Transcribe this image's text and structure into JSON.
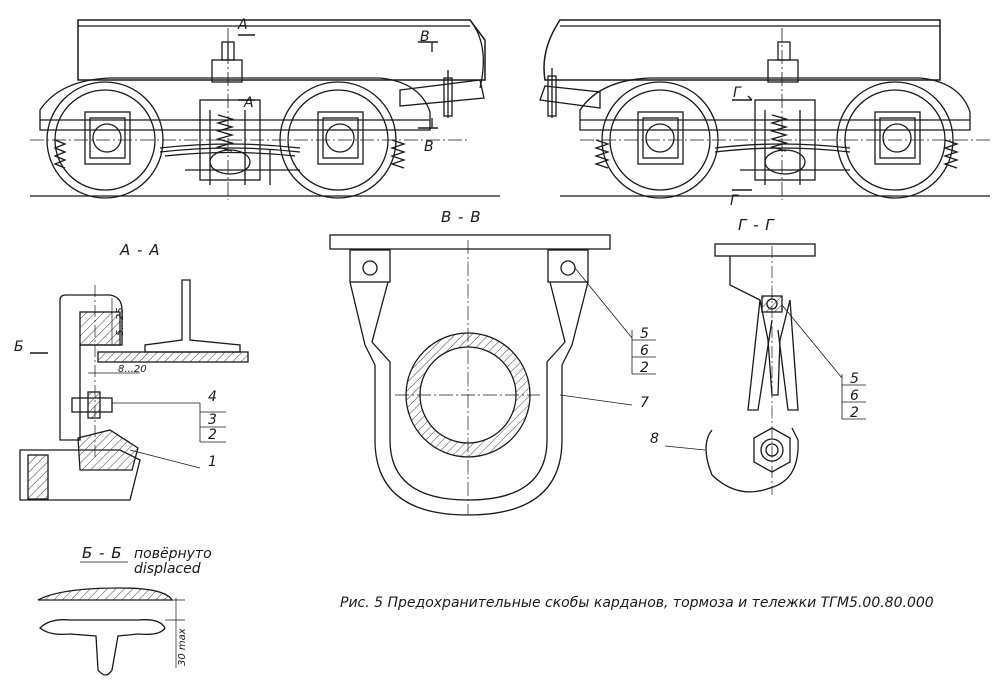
{
  "caption": "Рис. 5  Предохранительные скобы карданов, тормоза и тележки ТГМ5.00.80.000",
  "sections": {
    "aa": "А - А",
    "bb": "Б - Б",
    "bb_note_ru": "повёрнуто",
    "bb_note_en": "displaced",
    "vv": "В - В",
    "gg": "Г - Г"
  },
  "cut_marks": {
    "a1": "А",
    "a2": "А",
    "v1": "В",
    "v2": "В",
    "g1": "Г",
    "g2": "Г",
    "b1": "Б"
  },
  "dimensions": {
    "d1": "5...25",
    "d2": "8...20",
    "d3": "30 max"
  },
  "callouts": {
    "aa": [
      "4",
      "3",
      "2",
      "1"
    ],
    "vv": [
      "5",
      "6",
      "2",
      "7"
    ],
    "gg": [
      "5",
      "6",
      "2",
      "8"
    ]
  },
  "colors": {
    "line": "#1a1a1a",
    "hatch": "#444444",
    "paper": "#ffffff"
  }
}
